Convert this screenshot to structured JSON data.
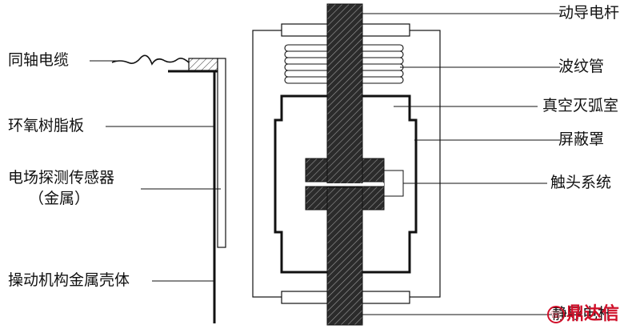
{
  "labels": {
    "coax_cable": "同轴电缆",
    "epoxy_board": "环氧树脂板",
    "sensor_line1": "电场探测传感器",
    "sensor_line2": "（金属）",
    "mechanism_housing": "操动机构金属壳体",
    "moving_rod": "动导电杆",
    "bellows": "波纹管",
    "vacuum_chamber": "真空灭弧室",
    "shield": "屏蔽罩",
    "contact_system": "触头系统",
    "static_rod": "静导电杆"
  },
  "watermark": {
    "text": "鼎达信",
    "color": "#d0102a"
  }
}
